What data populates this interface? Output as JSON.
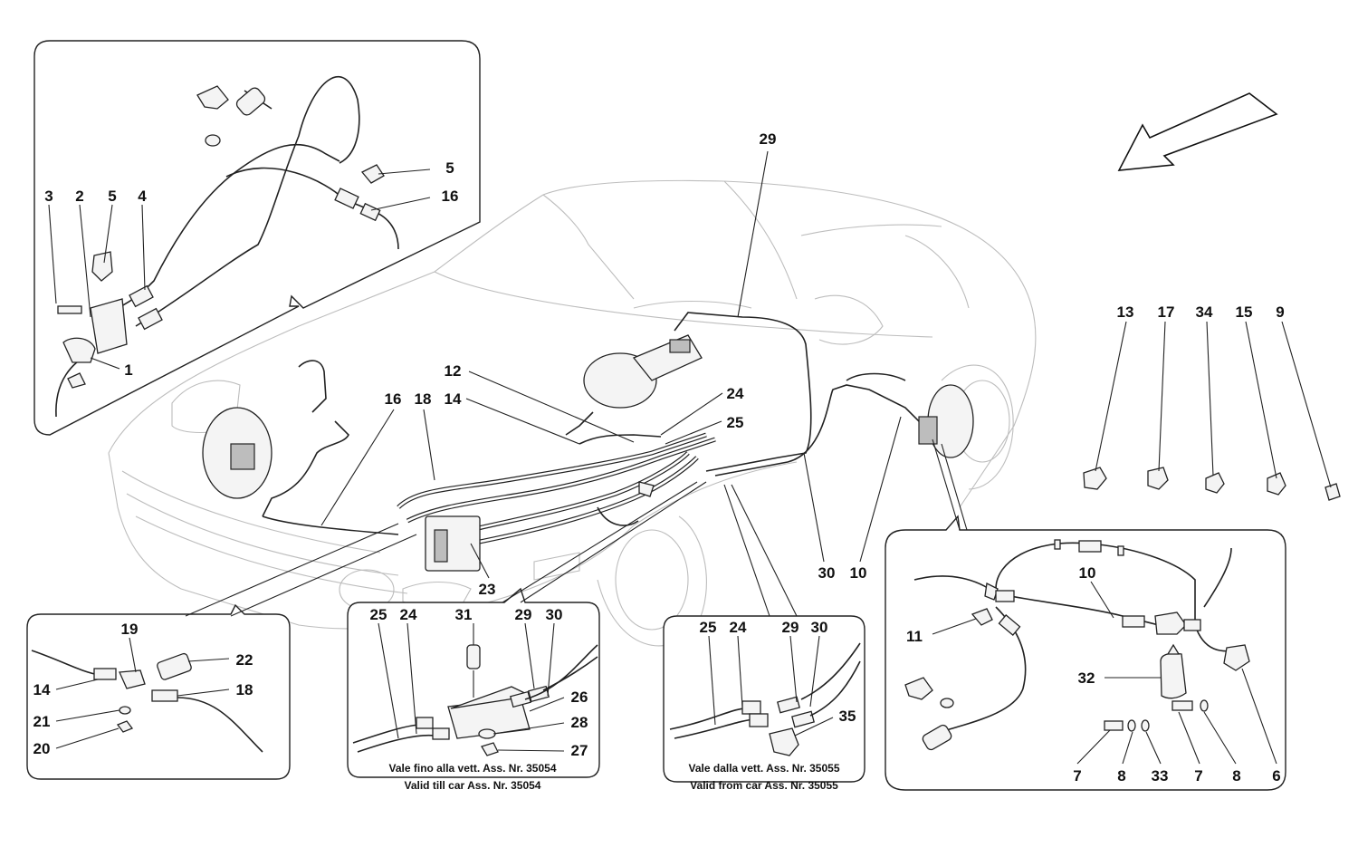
{
  "figure": {
    "labels": {
      "topleft": {
        "n3": "3",
        "n2": "2",
        "n5a": "5",
        "n4": "4",
        "n5b": "5",
        "n16": "16",
        "n1": "1"
      },
      "main": {
        "n29": "29",
        "n12": "12",
        "n14": "14",
        "n16": "16",
        "n18": "18",
        "n24": "24",
        "n25": "25",
        "n23": "23",
        "n30": "30",
        "n10": "10"
      },
      "clips": {
        "n13": "13",
        "n17": "17",
        "n34": "34",
        "n15": "15",
        "n9": "9"
      },
      "bottomleft": {
        "n19": "19",
        "n22": "22",
        "n14": "14",
        "n18": "18",
        "n21": "21",
        "n20": "20"
      },
      "bottommid": {
        "n25": "25",
        "n24": "24",
        "n31": "31",
        "n29": "29",
        "n30": "30",
        "n26": "26",
        "n28": "28",
        "n27": "27"
      },
      "bottommid2": {
        "n25": "25",
        "n24": "24",
        "n29": "29",
        "n30": "30",
        "n35": "35"
      },
      "bottomright": {
        "n10": "10",
        "n11": "11",
        "n32": "32",
        "n7a": "7",
        "n8a": "8",
        "n33": "33",
        "n7b": "7",
        "n8b": "8",
        "n6": "6"
      }
    },
    "notes": {
      "till_it": "Vale fino alla vett. Ass. Nr. 35054",
      "till_en": "Valid till car Ass. Nr. 35054",
      "from_it": "Vale dalla vett. Ass. Nr. 35055",
      "from_en": "Valid from car Ass. Nr. 35055"
    }
  }
}
